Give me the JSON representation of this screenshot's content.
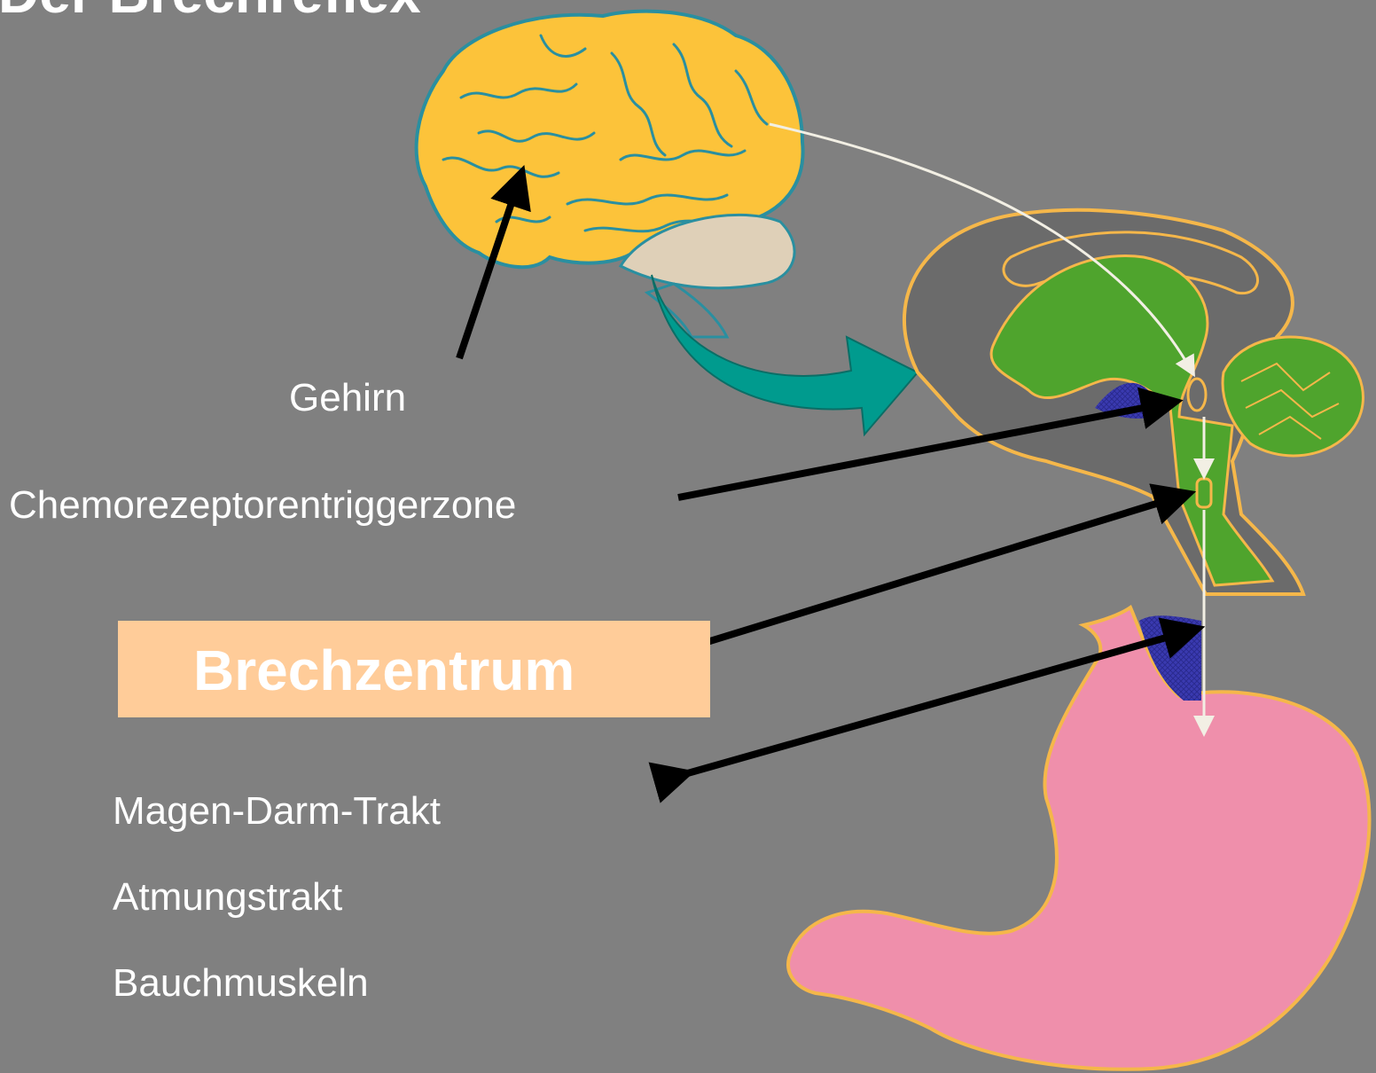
{
  "title": "Der Brechreflex",
  "labels": {
    "brain": "Gehirn",
    "ctz": "Chemorezeptorentriggerzone",
    "center": "Brechzentrum",
    "gi": "Magen-Darm-Trakt",
    "resp": "Atmungstrakt",
    "abdominal": "Bauchmuskeln"
  },
  "colors": {
    "background": "#808080",
    "brain": "#fcc33a",
    "brain_outline": "#2a8fa0",
    "cerebellum": "#dfd0b8",
    "brainstem_green": "#4fa42d",
    "stomach": "#ef8fab",
    "outline_orange": "#f5b74a",
    "teal_arrow": "#009b8e",
    "label_box": "#ffcc99",
    "pointer": "#000000"
  }
}
